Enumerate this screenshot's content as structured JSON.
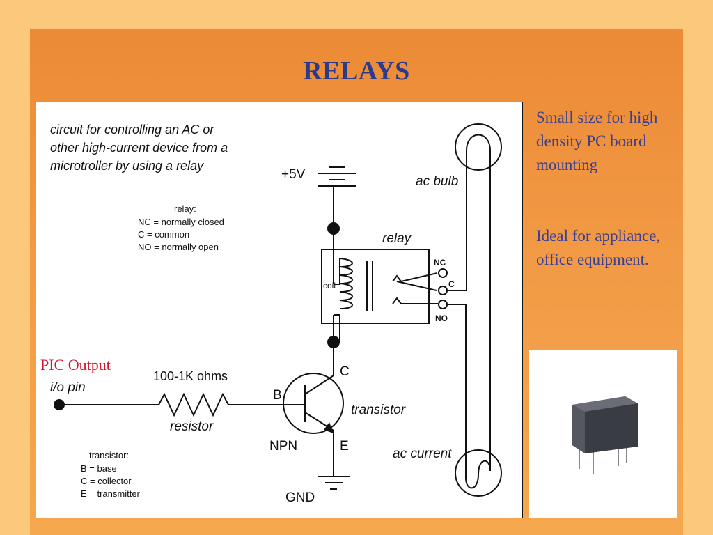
{
  "slide": {
    "title": "RELAYS",
    "bullets": [
      "Small size for high density PC board mounting",
      "Ideal for appliance, office equipment."
    ],
    "pic_output_label": "PIC Output"
  },
  "diagram": {
    "caption": [
      "circuit for controlling an AC or",
      "other high-current device from a",
      "microtroller by using a relay"
    ],
    "relay_legend": [
      "relay:",
      "NC = normally closed",
      "C = common",
      "NO = normally open"
    ],
    "transistor_legend": [
      "transistor:",
      "B = base",
      "C = collector",
      "E = transmitter"
    ],
    "labels": {
      "supply": "+5V",
      "ac_bulb": "ac bulb",
      "relay": "relay",
      "coil": "coil",
      "nc": "NC",
      "c": "C",
      "no": "NO",
      "io_pin": "i/o pin",
      "resistor_value": "100-1K ohms",
      "resistor": "resistor",
      "base": "B",
      "collector": "C",
      "transistor": "transistor",
      "npn": "NPN",
      "emitter": "E",
      "ac_current": "ac current",
      "ground": "GND"
    }
  },
  "colors": {
    "title": "#2b3a8a",
    "bullet_text": "#3a3f93",
    "pic_output": "#d4162b",
    "slide_bg": "#ec8a35",
    "page_bg": "#fcc97c"
  }
}
